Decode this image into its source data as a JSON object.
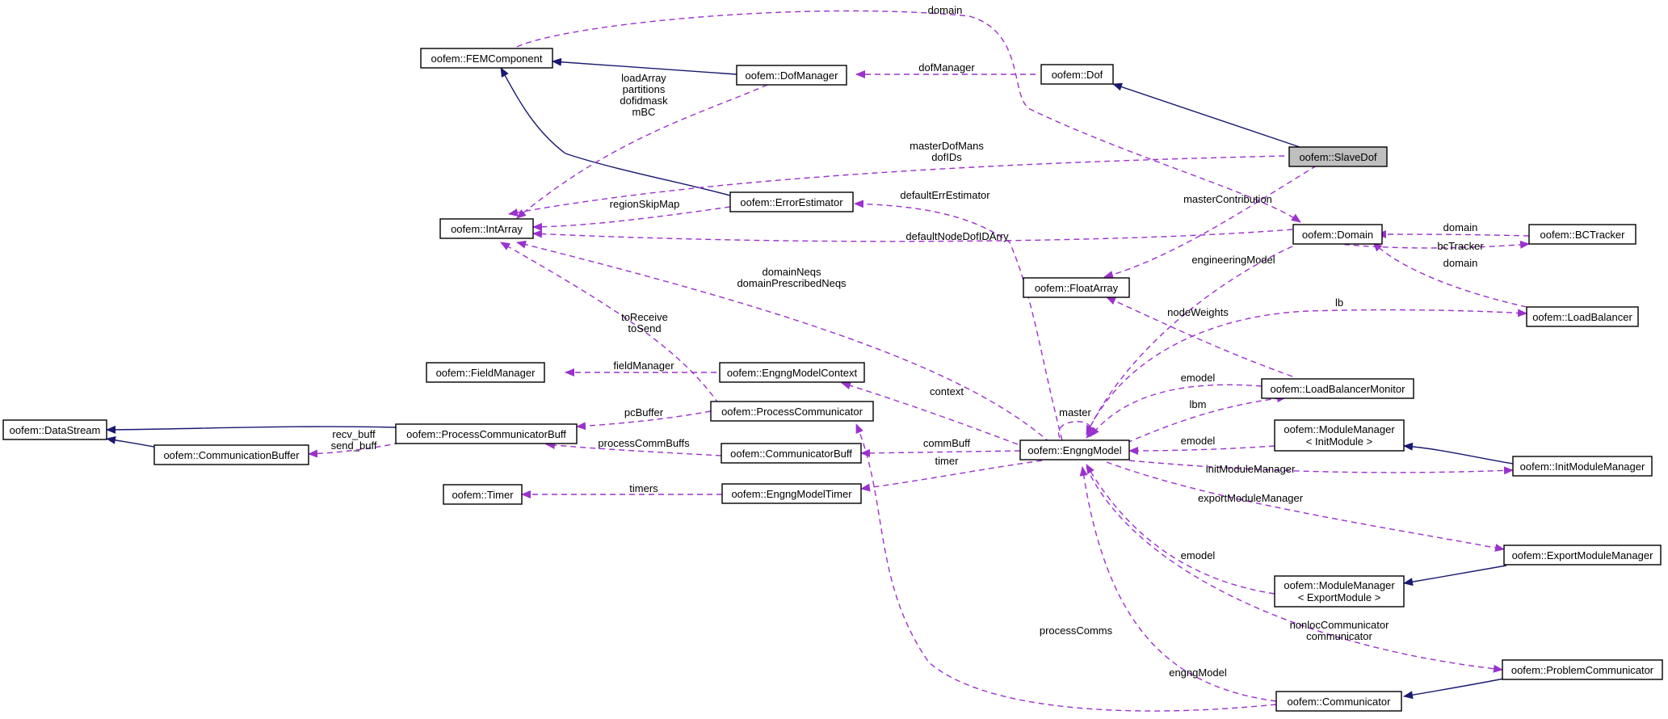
{
  "nodes": {
    "FEMComponent": "oofem::FEMComponent",
    "DofManager": "oofem::DofManager",
    "Dof": "oofem::Dof",
    "SlaveDof": "oofem::SlaveDof",
    "IntArray": "oofem::IntArray",
    "ErrorEstimator": "oofem::ErrorEstimator",
    "Domain": "oofem::Domain",
    "BCTracker": "oofem::BCTracker",
    "FloatArray": "oofem::FloatArray",
    "LoadBalancer": "oofem::LoadBalancer",
    "FieldManager": "oofem::FieldManager",
    "EngngModelContext": "oofem::EngngModelContext",
    "LoadBalancerMonitor": "oofem::LoadBalancerMonitor",
    "DataStream": "oofem::DataStream",
    "ProcessCommunicatorBuff": "oofem::ProcessCommunicatorBuff",
    "ProcessCommunicator": "oofem::ProcessCommunicator",
    "CommunicationBuffer": "oofem::CommunicationBuffer",
    "CommunicatorBuff": "oofem::CommunicatorBuff",
    "EngngModel": "oofem::EngngModel",
    "ModuleManagerInit_1": "oofem::ModuleManager",
    "ModuleManagerInit_2": "< InitModule >",
    "InitModuleManager": "oofem::InitModuleManager",
    "Timer": "oofem::Timer",
    "EngngModelTimer": "oofem::EngngModelTimer",
    "ExportModuleManager": "oofem::ExportModuleManager",
    "ModuleManagerExport_1": "oofem::ModuleManager",
    "ModuleManagerExport_2": "< ExportModule >",
    "ProblemCommunicator": "oofem::ProblemCommunicator",
    "Communicator": "oofem::Communicator"
  },
  "edge_labels": {
    "domain_top": "domain",
    "dofManager": "dofManager",
    "loadArray": "loadArray",
    "partitions": "partitions",
    "dofidmask": "dofidmask",
    "mBC": "mBC",
    "masterDofMans": "masterDofMans",
    "dofIDs": "dofIDs",
    "masterContribution": "masterContribution",
    "regionSkipMap": "regionSkipMap",
    "defaultErrEstimator": "defaultErrEstimator",
    "defaultNodeDofIDArry": "defaultNodeDofIDArry",
    "domain_bc": "domain",
    "bcTracker": "bcTracker",
    "domain_lb": "domain",
    "engineeringModel": "engineeringModel",
    "domainNeqs": "domainNeqs",
    "domainPrescribedNeqs": "domainPrescribedNeqs",
    "lb": "lb",
    "nodeWeights": "nodeWeights",
    "toReceive": "toReceive",
    "toSend": "toSend",
    "fieldManager": "fieldManager",
    "emodel_lbm": "emodel",
    "context": "context",
    "master": "master",
    "lbm": "lbm",
    "pcBuffer": "pcBuffer",
    "recv_buff": "recv_buff",
    "send_buff": "send_buff",
    "emodel_init": "emodel",
    "processCommBuffs": "processCommBuffs",
    "commBuff": "commBuff",
    "timer": "timer",
    "initModuleManager": "initModuleManager",
    "timers": "timers",
    "exportModuleManager": "exportModuleManager",
    "emodel_export": "emodel",
    "nonlocCommunicator": "nonlocCommunicator",
    "communicator": "communicator",
    "processComms": "processComms",
    "engngModel": "engngModel"
  },
  "colors": {
    "inheritance_edge": "#191970",
    "usage_edge": "#9a32cd",
    "focus_node_fill": "#bfbfbf"
  }
}
